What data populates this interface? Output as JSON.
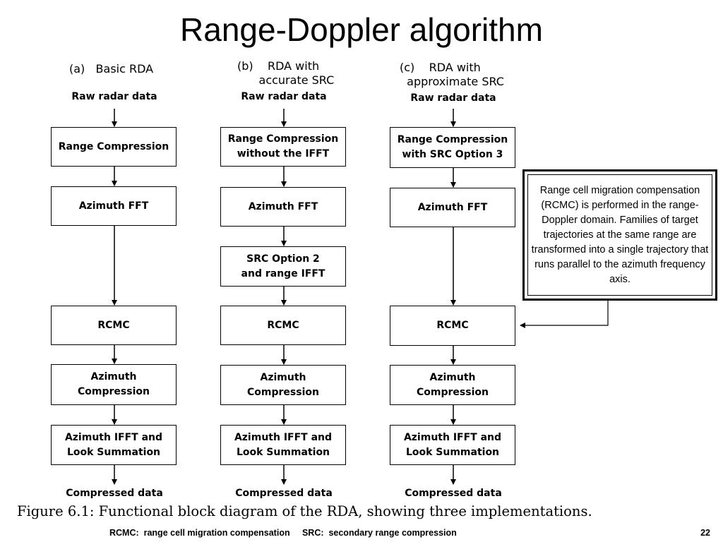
{
  "title": "Range-Doppler algorithm",
  "columns": [
    {
      "heading": "(a)   Basic RDA",
      "input": "Raw radar data",
      "blocks": [
        "Range Compression",
        "Azimuth FFT",
        "RCMC",
        "Azimuth\nCompression",
        "Azimuth IFFT and\nLook Summation"
      ],
      "output": "Compressed data"
    },
    {
      "heading": "(b)    RDA with\n      accurate SRC",
      "input": "Raw radar data",
      "blocks": [
        "Range Compression\nwithout the IFFT",
        "Azimuth FFT",
        "SRC Option 2\nand range IFFT",
        "RCMC",
        "Azimuth\nCompression",
        "Azimuth IFFT and\nLook Summation"
      ],
      "output": "Compressed data"
    },
    {
      "heading": "(c)    RDA with\n  approximate SRC",
      "input": "Raw radar data",
      "blocks": [
        "Range Compression\nwith SRC Option 3",
        "Azimuth FFT",
        "RCMC",
        "Azimuth\nCompression",
        "Azimuth IFFT and\nLook Summation"
      ],
      "output": "Compressed data"
    }
  ],
  "note": "Range cell migration compensation (RCMC) is performed in the range-Doppler domain.  Families of target trajectories at the same range are transformed into a single trajectory that runs parallel to the azimuth frequency axis.",
  "caption": "Figure 6.1:  Functional block diagram of the RDA, showing three implementations.",
  "footnote": "RCMC:  range cell migration compensation     SRC:  secondary range compression",
  "page_number": "22"
}
